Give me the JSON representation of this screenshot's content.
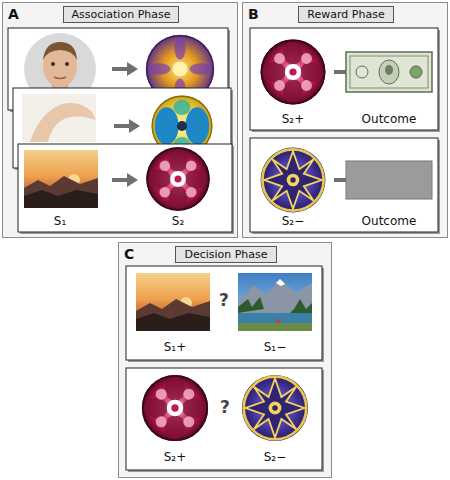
{
  "diagram": {
    "nodes": [
      {
        "text": [
          "A",
          "Association Phase"
        ]
      },
      {
        "text": [
          "B",
          "Reward Phase"
        ]
      },
      {
        "text": [
          "C",
          "Decision Phase"
        ]
      }
    ],
    "labels": [
      "S₁",
      "S₂",
      "S₂+",
      "Outcome",
      "S₂−",
      "Outcome",
      "S₁+",
      "?",
      "S₁−",
      "S₂+",
      "?",
      "S₂−"
    ]
  }
}
